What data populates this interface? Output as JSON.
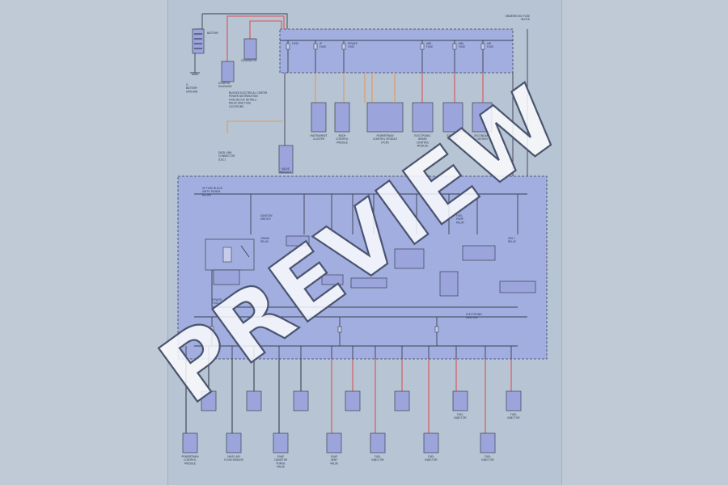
{
  "watermark": "PREVIEW",
  "colors": {
    "page_bg": "#b7c4d3",
    "block_fill": "#a2aee0",
    "component_fill": "#9ba5dc",
    "wire_red": "#d9535a",
    "wire_orange": "#e49a55",
    "wire_black": "#3b4150"
  },
  "top_block": {
    "title": [
      "UNDERHOOD FUSE",
      "BLOCK"
    ],
    "fuses": [
      {
        "name": [
          "FUSE"
        ]
      },
      {
        "name": [
          "IP",
          "FUSE"
        ]
      },
      {
        "name": [
          "POWER",
          "FUSE"
        ]
      },
      {
        "name": [
          "ABS",
          "FUSE"
        ]
      },
      {
        "name": [
          "ABS",
          "FUSE"
        ]
      },
      {
        "name": [
          "AIR",
          "FUSE"
        ]
      }
    ]
  },
  "battery": {
    "name": [
      "BATTERY"
    ]
  },
  "starter": {
    "name": [
      "STARTER",
      "SOLENOID"
    ]
  },
  "generator": {
    "name": [
      "GENERATOR"
    ]
  },
  "ground": {
    "name": [
      "G",
      "BATTERY",
      "GROUND"
    ]
  },
  "notes": {
    "top_middle": [
      "BUSSED ELECTRICAL CENTER",
      "POWER DISTRIBUTION",
      "FUSE BLOCK DETAILS",
      "RELAY AND FUSE",
      "LOCATIONS"
    ],
    "data_link": [
      "DATA LINK",
      "CONNECTOR",
      "(DLC)"
    ]
  },
  "ground_module": {
    "name": [
      "VALVE",
      "MODULE"
    ]
  },
  "top_components": [
    {
      "name": [
        "INSTRUMENT",
        "CLUSTER"
      ]
    },
    {
      "name": [
        "BODY",
        "CONTROL",
        "MODULE"
      ]
    },
    {
      "name": [
        "POWERTRAIN",
        "CONTROL MODULE",
        "(PCM)"
      ]
    },
    {
      "name": [
        "ELECTRONIC",
        "BRAKE",
        "CONTROL",
        "MODULE"
      ]
    },
    {
      "name": [
        "EXHAUST",
        "OXYGEN"
      ]
    },
    {
      "name": [
        "SECONDARY",
        "OXYGEN"
      ]
    }
  ],
  "mid_block": {
    "title": [
      "I/P FUSE BLOCK",
      "(WITH POWER",
      "RELAY)"
    ],
    "items": [
      {
        "name": [
          "CRANK",
          "RELAY"
        ]
      },
      {
        "name": [
          "IGNITION",
          "SWITCH"
        ]
      },
      {
        "name": [
          "FUEL",
          "PUMP",
          "RELAY"
        ]
      },
      {
        "name": [
          "IGN 1",
          "RELAY"
        ]
      },
      {
        "name": [
          "POWER",
          "FUSE"
        ]
      }
    ],
    "ground_note": [
      "ELECTRONIC",
      "IGNITION"
    ]
  },
  "bottom_components": [
    {
      "name": [
        "POWERTRAIN",
        "CONTROL",
        "MODULE"
      ]
    },
    {
      "name": [
        "MASS AIR",
        "FLOW SENSOR"
      ]
    },
    {
      "name": [
        "EVAP",
        "CANISTER",
        "PURGE",
        "VALVE"
      ]
    },
    {
      "name": [
        "EVAP",
        "VENT",
        "VALVE"
      ]
    },
    {
      "name": [
        "FUEL",
        "INJECTOR"
      ]
    },
    {
      "name": [
        "FUEL",
        "INJECTOR"
      ]
    },
    {
      "name": [
        "FUEL",
        "INJECTOR"
      ]
    },
    {
      "name": [
        "FUEL",
        "INJECTOR"
      ]
    },
    {
      "name": [
        "FUEL",
        "INJECTOR"
      ]
    }
  ],
  "page_number": ""
}
